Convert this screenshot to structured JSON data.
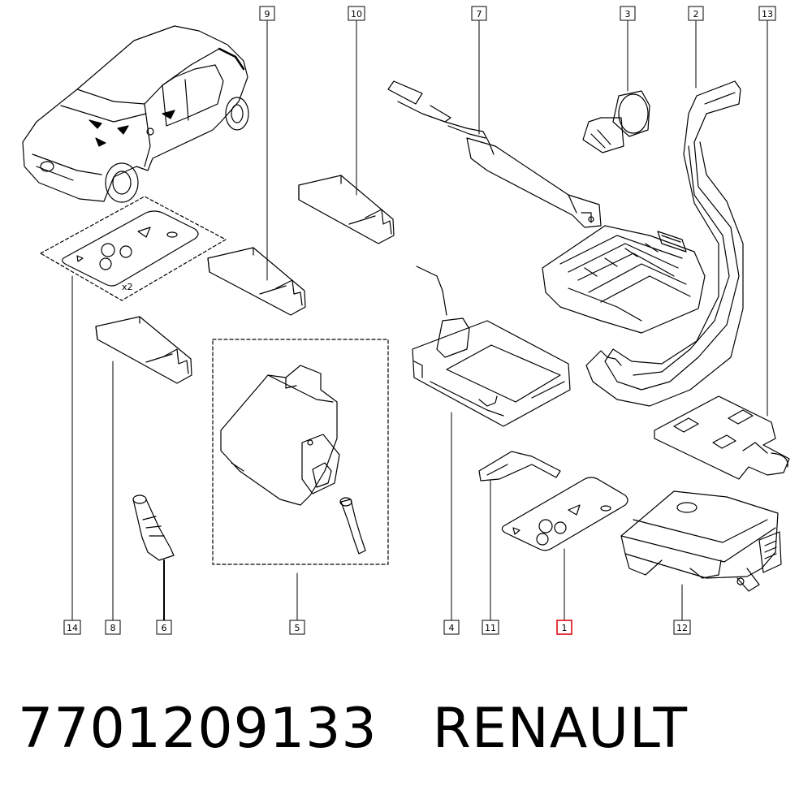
{
  "callouts": {
    "c1": "1",
    "c2": "2",
    "c3": "3",
    "c4": "4",
    "c5": "5",
    "c6": "6",
    "c7": "7",
    "c8": "8",
    "c9": "9",
    "c10": "10",
    "c11": "11",
    "c12": "12",
    "c13": "13",
    "c14": "14"
  },
  "multiplier_label": "x2",
  "highlight_color": "#e2252b",
  "footer": {
    "part_number": "7701209133",
    "brand": "RENAULT"
  }
}
